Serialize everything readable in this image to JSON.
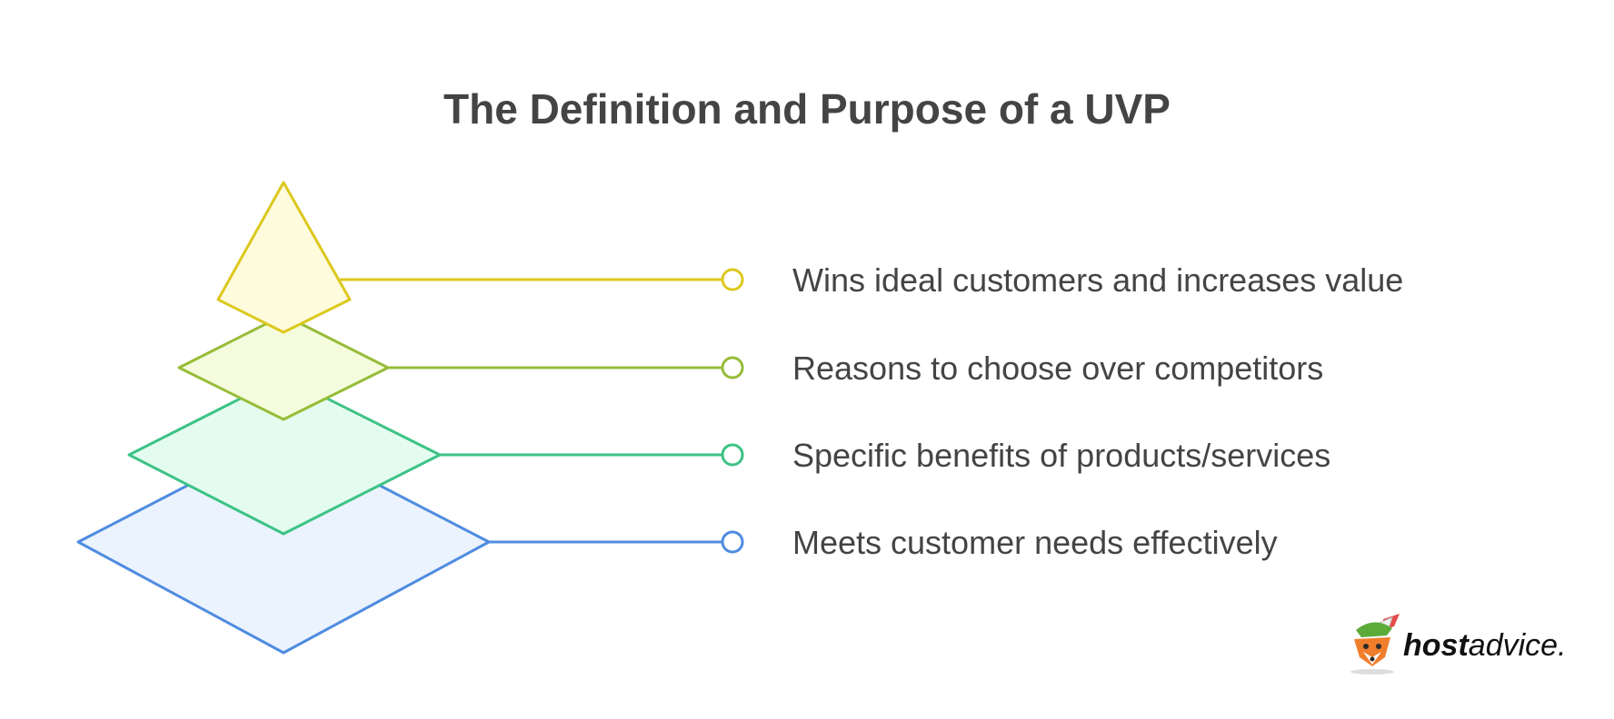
{
  "title": "The Definition and Purpose of a UVP",
  "levels": [
    {
      "label": "Wins ideal customers and increases value",
      "stroke": "#DCC81E",
      "fill": "#FFFBDD"
    },
    {
      "label": "Reasons to choose over competitors",
      "stroke": "#97BC38",
      "fill": "#F4FCDD"
    },
    {
      "label": "Specific benefits of products/services",
      "stroke": "#3DC285",
      "fill": "#E3FCEF"
    },
    {
      "label": "Meets customer needs effectively",
      "stroke": "#4F8CE0",
      "fill": "#EBF3FE"
    }
  ],
  "brand": {
    "bold": "host",
    "light": "advice."
  },
  "colors": {
    "text": "#444444",
    "background": "#ffffff"
  },
  "icons": {
    "logo": "fox-mascot-icon"
  }
}
